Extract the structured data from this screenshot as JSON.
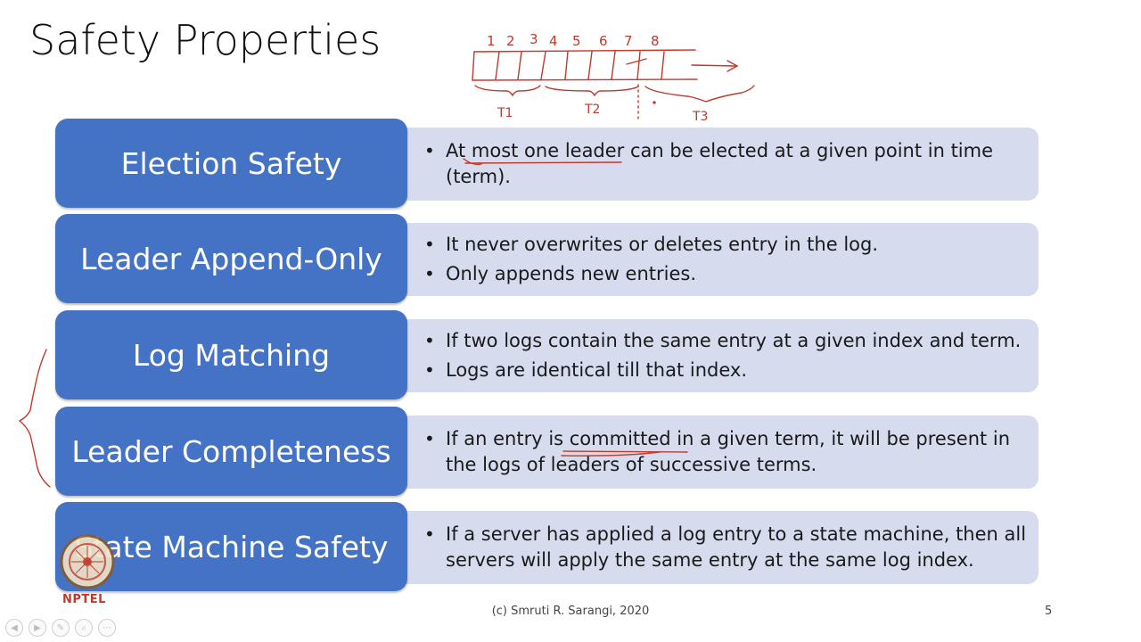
{
  "slide": {
    "title": "Safety Properties",
    "footer": "(c) Smruti R. Sarangi, 2020",
    "page_number": "5"
  },
  "properties": [
    {
      "name": "Election Safety",
      "bullets": [
        "At most one leader can be elected at a given point in time (term)."
      ]
    },
    {
      "name": "Leader Append-Only",
      "bullets": [
        "It never overwrites or deletes entry in the log.",
        "Only appends new entries."
      ]
    },
    {
      "name": "Log Matching",
      "bullets": [
        "If two logs contain the same entry at a given index and term.",
        "Logs are identical till that index."
      ]
    },
    {
      "name": "Leader Completeness",
      "bullets": [
        "If an entry is committed in a given term, it will be present in the logs of leaders of successive terms."
      ]
    },
    {
      "name": "State Machine Safety",
      "bullets": [
        "If a server has applied a log entry to a state machine, then all servers will apply the same entry at the same log index."
      ]
    }
  ],
  "annotation": {
    "indices": [
      "1",
      "2",
      "3",
      "4",
      "5",
      "6",
      "7",
      "8"
    ],
    "terms": [
      "T1",
      "T2",
      "T3"
    ]
  },
  "logo": {
    "text": "NPTEL"
  },
  "toolbar": {
    "icons": [
      "prev-icon",
      "next-icon",
      "pen-icon",
      "zoom-icon",
      "more-icon"
    ]
  },
  "colors": {
    "label_box": "#4472c4",
    "desc_box": "#d6dcee",
    "ink": "#c0392b"
  }
}
